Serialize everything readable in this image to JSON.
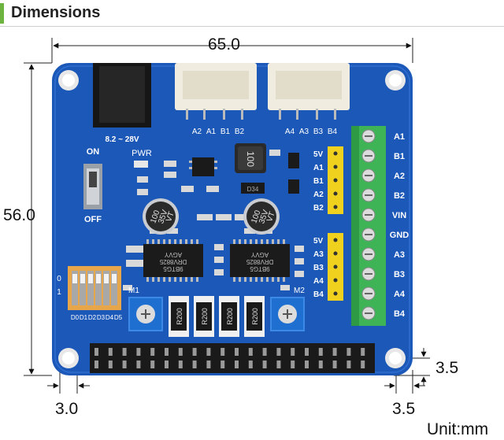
{
  "header": {
    "title": "Dimensions"
  },
  "dimensions": {
    "width": "65.0",
    "height": "56.0",
    "hole_left": "3.0",
    "hole_bottom": "3.5",
    "hole_right": "3.5"
  },
  "unit_label": "Unit:mm",
  "board": {
    "voltage": "8.2 ~ 28V",
    "on": "ON",
    "off": "OFF",
    "pwr": "PWR",
    "conn1": [
      "A2",
      "A1",
      "B1",
      "B2"
    ],
    "conn2": [
      "A4",
      "A3",
      "B3",
      "B4"
    ],
    "header1": [
      "5V",
      "A1",
      "B1",
      "A2",
      "B2"
    ],
    "header2": [
      "5V",
      "A3",
      "B3",
      "A4",
      "B4"
    ],
    "terminals": [
      "A1",
      "B1",
      "A2",
      "B2",
      "VIN",
      "GND",
      "A3",
      "B3",
      "A4",
      "B4"
    ],
    "dip": [
      "D0",
      "D1",
      "D2",
      "D3",
      "D4",
      "D5"
    ],
    "dip0": "0",
    "dip1": "1",
    "m1": "M1",
    "m2": "M2",
    "inductor": "100",
    "cap_lines": [
      "100",
      "35V",
      "VT"
    ],
    "chip_lines": [
      "DRV8825",
      "AGVY",
      "9BTG5"
    ],
    "resistor": "R200",
    "small_chip": "D34"
  }
}
